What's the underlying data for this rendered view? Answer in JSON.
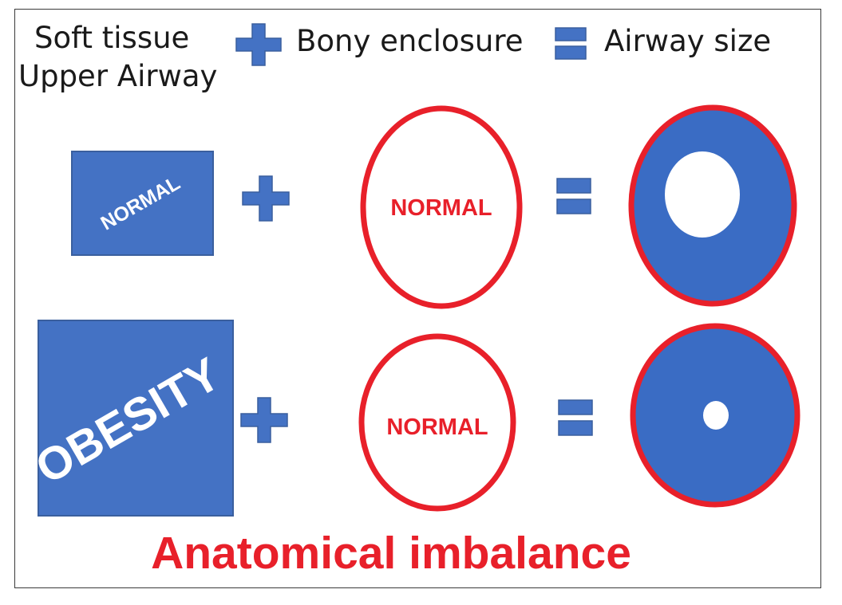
{
  "header": {
    "soft_tissue_line1": "Soft tissue",
    "soft_tissue_line2": "Upper Airway",
    "plus_symbol": "plus-icon",
    "bony_enclosure": "Bony enclosure",
    "equals_symbol": "equals-icon",
    "airway_size": "Airway size"
  },
  "rows": [
    {
      "soft_tissue_label": "NORMAL",
      "bony_label": "NORMAL",
      "airway_opening": "large"
    },
    {
      "soft_tissue_label": "OBESITY",
      "bony_label": "NORMAL",
      "airway_opening": "small"
    }
  ],
  "caption": "Anatomical imbalance",
  "colors": {
    "tissue_blue": "#4472c4",
    "airway_fill_blue": "#3a6cc4",
    "bony_red": "#e8202a",
    "background": "#ffffff"
  }
}
